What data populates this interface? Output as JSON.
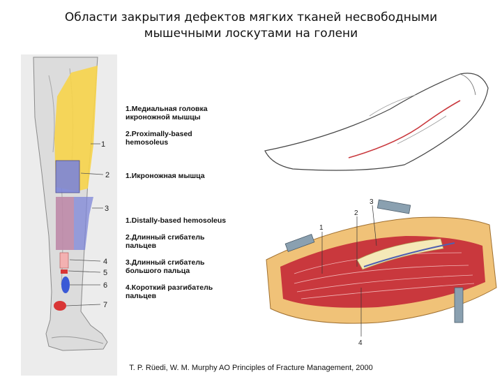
{
  "title": {
    "line1": "Области закрытия дефектов мягких тканей несвободными",
    "line2": "мышечными лоскутами на голени"
  },
  "leg_markers": [
    "1",
    "2",
    "3",
    "4",
    "5",
    "6",
    "7"
  ],
  "flap_labels": [
    "1.Медиальная головка икроножной мышцы",
    "2.Proximally-based hemosoleus",
    "1.Икроножная мышца",
    "1.Distally-based hemosoleus",
    "2.Длинный сгибатель пальцев",
    "3.Длинный сгибатель большого пальца",
    "4.Короткий разгибатель пальцев"
  ],
  "surgical_markers": [
    "1",
    "2",
    "3",
    "4"
  ],
  "citation": "T. P. Rüedi, W. M. Murphy  AO Principles of Fracture Management, 2000",
  "colors": {
    "zone_yellow": "#f7d44a",
    "zone_blue": "#7d86d8",
    "zone_pink": "#e58a8a",
    "zone_red": "#d93636",
    "muscle_red": "#c9383d"
  }
}
